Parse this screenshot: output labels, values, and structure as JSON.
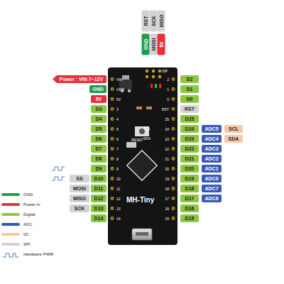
{
  "diagram": {
    "nodes": [
      {
        "text": [
          "RST"
        ]
      },
      {
        "text": [
          "SCK"
        ]
      },
      {
        "text": [
          "MISO"
        ]
      },
      {
        "text": [
          "GND"
        ]
      },
      {
        "text": [
          "MOSI"
        ]
      },
      {
        "text": [
          "5V"
        ]
      },
      {
        "text": [
          "Power : VIN 7~12V"
        ]
      },
      {
        "text": [
          "GND"
        ]
      },
      {
        "text": [
          "5V"
        ]
      },
      {
        "text": [
          "D3"
        ]
      },
      {
        "text": [
          "D4"
        ]
      },
      {
        "text": [
          "D5"
        ]
      },
      {
        "text": [
          "D6"
        ]
      },
      {
        "text": [
          "D7"
        ]
      },
      {
        "text": [
          "D8"
        ]
      },
      {
        "text": [
          "D9"
        ]
      },
      {
        "text": [
          "SS"
        ]
      },
      {
        "text": [
          "D10"
        ]
      },
      {
        "text": [
          "MOSI"
        ]
      },
      {
        "text": [
          "D11"
        ]
      },
      {
        "text": [
          "MISO"
        ]
      },
      {
        "text": [
          "D12"
        ]
      },
      {
        "text": [
          "SCK"
        ]
      },
      {
        "text": [
          "D13"
        ]
      },
      {
        "text": [
          "D14"
        ]
      },
      {
        "text": [
          "D2"
        ]
      },
      {
        "text": [
          "D1"
        ]
      },
      {
        "text": [
          "D0"
        ]
      },
      {
        "text": [
          "RST"
        ]
      },
      {
        "text": [
          "D25"
        ]
      },
      {
        "text": [
          "D24"
        ]
      },
      {
        "text": [
          "ADC5"
        ]
      },
      {
        "text": [
          "SCL"
        ]
      },
      {
        "text": [
          "D23"
        ]
      },
      {
        "text": [
          "ADC4"
        ]
      },
      {
        "text": [
          "SDA"
        ]
      },
      {
        "text": [
          "D22"
        ]
      },
      {
        "text": [
          "ADC3"
        ]
      },
      {
        "text": [
          "D21"
        ]
      },
      {
        "text": [
          "ADC2"
        ]
      },
      {
        "text": [
          "D20"
        ]
      },
      {
        "text": [
          "ADC1"
        ]
      },
      {
        "text": [
          "D19"
        ]
      },
      {
        "text": [
          "ADC0"
        ]
      },
      {
        "text": [
          "D18"
        ]
      },
      {
        "text": [
          "ADC7"
        ]
      },
      {
        "text": [
          "D17"
        ]
      },
      {
        "text": [
          "ADC6"
        ]
      },
      {
        "text": [
          "D16"
        ]
      },
      {
        "text": [
          "D15"
        ]
      }
    ],
    "labels": [
      "ISP",
      "RESET",
      "MH-Tiny",
      "SCL",
      "SDA",
      "VIN",
      "GND",
      "5V",
      "3",
      "4",
      "5",
      "6",
      "7",
      "8",
      "9",
      "10",
      "11",
      "12",
      "13",
      "14",
      "2",
      "1",
      "0",
      "RST",
      "25",
      "24",
      "23",
      "22",
      "21",
      "20",
      "19",
      "18",
      "17",
      "16",
      "15"
    ],
    "legend": [
      {
        "text": "GND",
        "color": "#1e9e4a"
      },
      {
        "text": "Power In",
        "color": "#e8303a"
      },
      {
        "text": "Digital",
        "color": "#8dc63f"
      },
      {
        "text": "ADC",
        "color": "#3a58b5"
      },
      {
        "text": "IIC",
        "color": "#f7c9a7"
      },
      {
        "text": "SPI",
        "color": "#d3d3d3"
      },
      {
        "text": "Hardware PWM"
      }
    ]
  }
}
